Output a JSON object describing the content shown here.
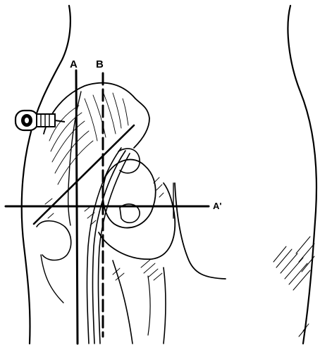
{
  "labels": {
    "line_a": "A",
    "line_b": "B",
    "line_a_prime": "A'"
  },
  "colors": {
    "ink": "#000000",
    "paper": "#ffffff"
  },
  "icons": {
    "syringe": "syringe-icon"
  }
}
